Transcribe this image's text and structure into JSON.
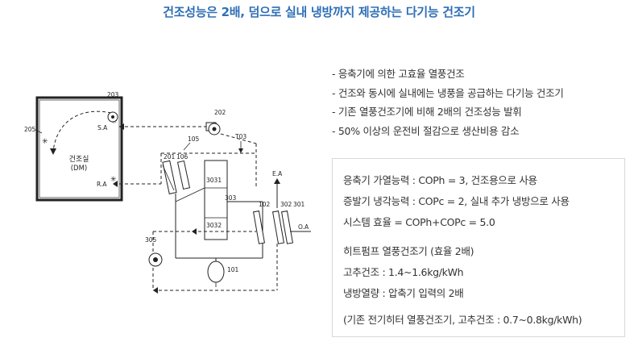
{
  "title": "건조성능은 2배, 덤으로 실내 냉방까지 제공하는 다기능 건조기",
  "bullets": [
    "- 응축기에 의한 고효율 열풍건조",
    "- 건조와 동시에 실내에는 냉풍을 공급하는 다기능 건조기",
    "- 기존 열풍건조기에 비해 2배의 건조성능 발휘",
    "- 50% 이상의 운전비 절감으로 생산비용 감소"
  ],
  "specs": {
    "line1": "응축기 가열능력 : COPh = 3, 건조용으로 사용",
    "line2": "증발기 냉각능력 : COPc = 2, 실내 추가 냉방으로 사용",
    "line3": "시스템 효율 = COPh+COPc = 5.0",
    "line4": "히트펌프 열풍건조기 (효율 2배)",
    "line5": "고추건조 : 1.4~1.6kg/kWh",
    "line6": "냉방열량 : 압축기 입력의 2배",
    "line7": "(기존 전기히터 열풍건조기, 고추건조 : 0.7~0.8kg/kWh)"
  },
  "diagram": {
    "room_label": "건조실",
    "room_sub": "(DM)",
    "labels": {
      "l203": "203",
      "l205": "205",
      "sa": "S.A",
      "ra": "R.A",
      "l202": "202",
      "l105": "105",
      "t03": "T03",
      "l201": "201",
      "l106": "106",
      "l3031": "3031",
      "l303": "303",
      "l3032": "3032",
      "ea": "E.A",
      "l102": "102",
      "l302": "302",
      "l301": "301",
      "oa": "O.A",
      "l305": "305",
      "l101": "101"
    }
  }
}
